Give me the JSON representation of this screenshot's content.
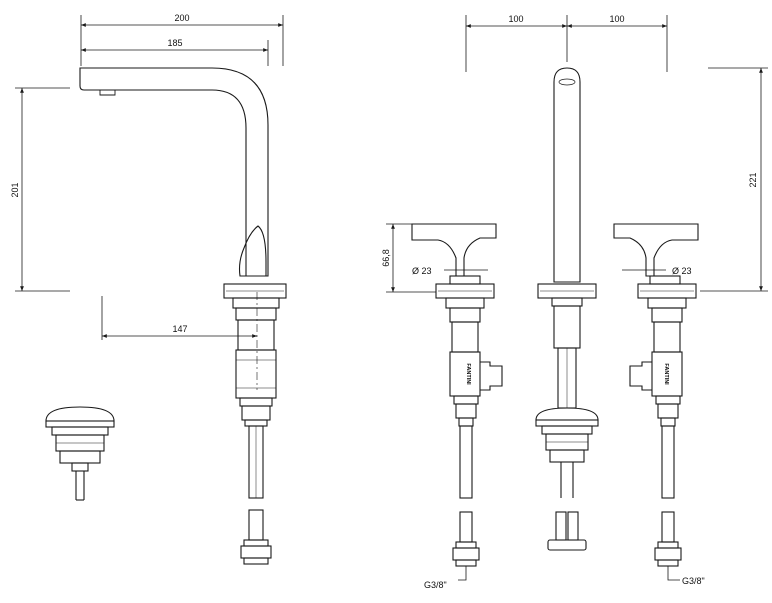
{
  "dimensions": {
    "spout_reach": "200",
    "spout_reach_inner": "185",
    "spout_height": "201",
    "aerator_to_axis": "147",
    "spacing_left": "100",
    "spacing_right": "100",
    "total_height": "221",
    "handle_height": "66,8",
    "handle_diameter_left": "Ø 23",
    "handle_diameter_right": "Ø 23"
  },
  "labels": {
    "brand_left": "FANTINI",
    "brand_right": "FANTINI",
    "connection_left": "G3/8\"",
    "connection_right": "G3/8\""
  },
  "colors": {
    "stroke": "#1a1a1a",
    "background": "#ffffff"
  }
}
